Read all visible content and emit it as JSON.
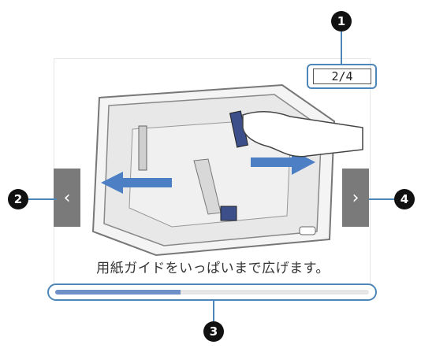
{
  "viewer": {
    "page_indicator": "2/4",
    "caption": "用紙ガイドをいっぱいまで広げます。",
    "prev_icon": "chevron-left-icon",
    "next_icon": "chevron-right-icon",
    "progress_fraction": 0.4
  },
  "callouts": [
    "1",
    "2",
    "3",
    "4"
  ],
  "colors": {
    "callout_line": "#4d86b8",
    "progress_fill": "#6f8fc8",
    "nav_button": "#7a7a7a"
  }
}
